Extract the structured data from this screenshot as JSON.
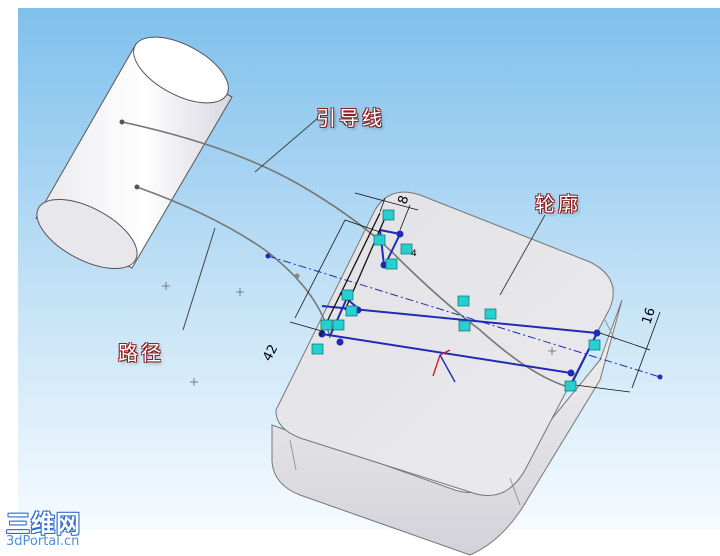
{
  "labels": {
    "guide_line": "引导线",
    "profile": "轮廓",
    "path": "路径"
  },
  "dimensions": {
    "width_top": "8",
    "length_left": "42",
    "width_right": "16"
  },
  "watermark": {
    "name": "三维网",
    "site": "3dPortal.cn"
  },
  "colors": {
    "sketch": "#1f2bb5",
    "relation_marker": "#26d0d0",
    "viewport_top": "#7fc0ec",
    "viewport_bottom": "#f6fbff"
  }
}
